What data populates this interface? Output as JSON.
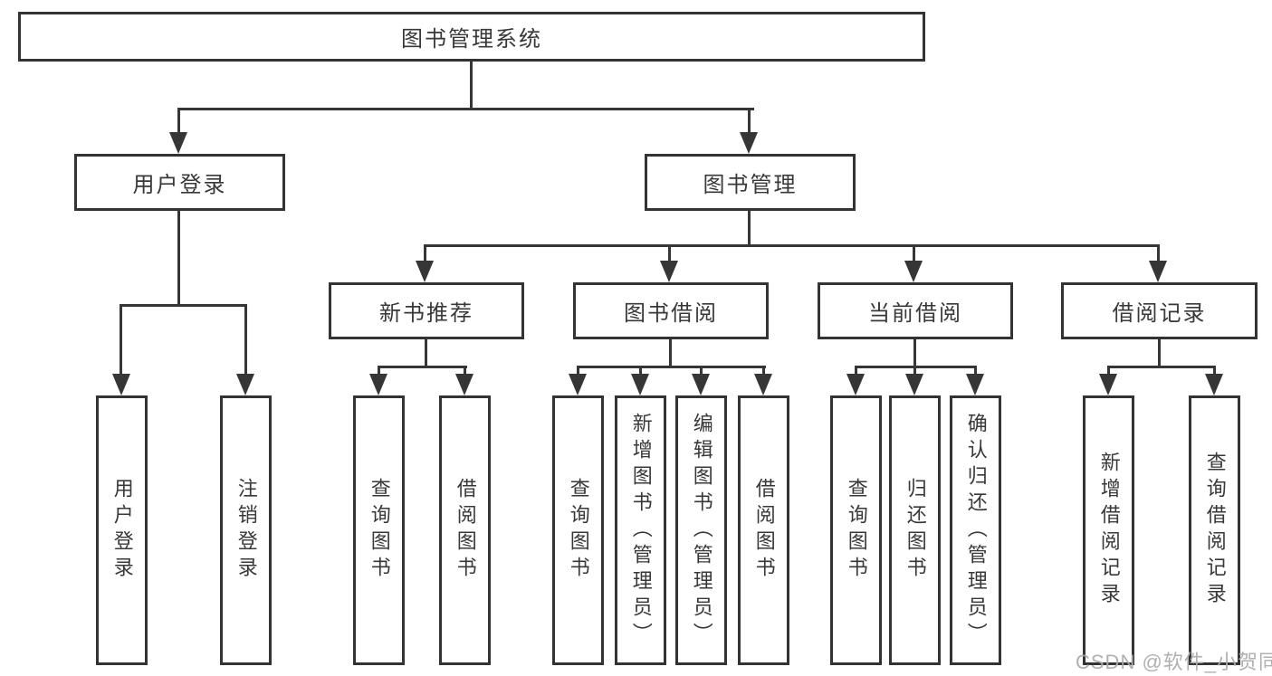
{
  "diagram": {
    "root": {
      "label": "图书管理系统"
    },
    "level2": [
      {
        "label": "用户登录"
      },
      {
        "label": "图书管理"
      }
    ],
    "level3": [
      {
        "label": "新书推荐"
      },
      {
        "label": "图书借阅"
      },
      {
        "label": "当前借阅"
      },
      {
        "label": "借阅记录"
      }
    ],
    "leaves": [
      {
        "label": "用户登录",
        "parent": "用户登录"
      },
      {
        "label": "注销登录",
        "parent": "用户登录"
      },
      {
        "label": "查询图书",
        "parent": "新书推荐"
      },
      {
        "label": "借阅图书",
        "parent": "新书推荐"
      },
      {
        "label": "查询图书",
        "parent": "图书借阅"
      },
      {
        "label": "新增图书（管理员）",
        "parent": "图书借阅"
      },
      {
        "label": "编辑图书（管理员）",
        "parent": "图书借阅"
      },
      {
        "label": "借阅图书",
        "parent": "图书借阅"
      },
      {
        "label": "查询图书",
        "parent": "当前借阅"
      },
      {
        "label": "归还图书",
        "parent": "当前借阅"
      },
      {
        "label": "确认归还（管理员）",
        "parent": "当前借阅"
      },
      {
        "label": "新增借阅记录",
        "parent": "借阅记录"
      },
      {
        "label": "查询借阅记录",
        "parent": "借阅记录"
      }
    ]
  },
  "watermark": "CSDN @软件_小贺同学",
  "colors": {
    "line": "#363636",
    "border": "#333333",
    "text": "#383838",
    "watermark": "#acacac",
    "background": "#ffffff"
  }
}
